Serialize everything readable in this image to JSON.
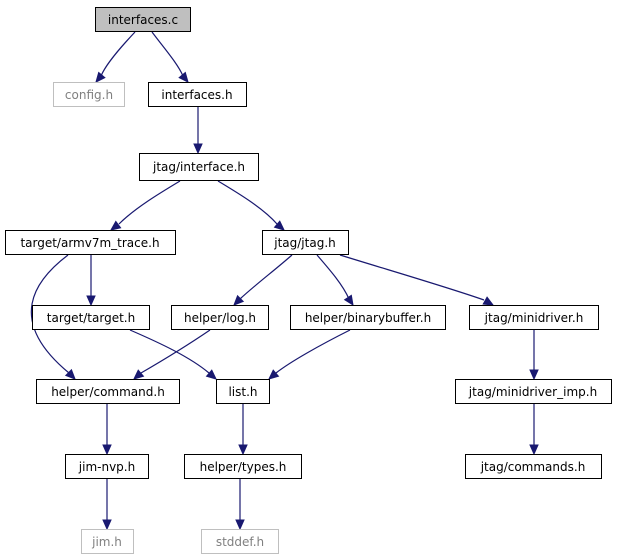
{
  "diagram": {
    "type": "include-dependency-graph",
    "edge_color": "#191970",
    "root_fill": "#bfbfbf",
    "missing_border": "#bfbfbf",
    "nodes": {
      "interfaces_c": "interfaces.c",
      "config_h": "config.h",
      "interfaces_h": "interfaces.h",
      "jtag_interface_h": "jtag/interface.h",
      "target_armv7m_trace_h": "target/armv7m_trace.h",
      "jtag_jtag_h": "jtag/jtag.h",
      "target_target_h": "target/target.h",
      "helper_log_h": "helper/log.h",
      "helper_binarybuffer_h": "helper/binarybuffer.h",
      "jtag_minidriver_h": "jtag/minidriver.h",
      "helper_command_h": "helper/command.h",
      "list_h": "list.h",
      "jtag_minidriver_imp_h": "jtag/minidriver_imp.h",
      "jim_nvp_h": "jim-nvp.h",
      "helper_types_h": "helper/types.h",
      "jtag_commands_h": "jtag/commands.h",
      "jim_h": "jim.h",
      "stddef_h": "stddef.h"
    },
    "edges": [
      [
        "interfaces_c",
        "config_h"
      ],
      [
        "interfaces_c",
        "interfaces_h"
      ],
      [
        "interfaces_h",
        "jtag_interface_h"
      ],
      [
        "jtag_interface_h",
        "target_armv7m_trace_h"
      ],
      [
        "jtag_interface_h",
        "jtag_jtag_h"
      ],
      [
        "target_armv7m_trace_h",
        "target_target_h"
      ],
      [
        "target_armv7m_trace_h",
        "helper_command_h"
      ],
      [
        "jtag_jtag_h",
        "helper_log_h"
      ],
      [
        "jtag_jtag_h",
        "helper_binarybuffer_h"
      ],
      [
        "jtag_jtag_h",
        "jtag_minidriver_h"
      ],
      [
        "target_target_h",
        "list_h"
      ],
      [
        "helper_log_h",
        "helper_command_h"
      ],
      [
        "helper_binarybuffer_h",
        "list_h"
      ],
      [
        "jtag_minidriver_h",
        "jtag_minidriver_imp_h"
      ],
      [
        "helper_command_h",
        "jim_nvp_h"
      ],
      [
        "list_h",
        "helper_types_h"
      ],
      [
        "jtag_minidriver_imp_h",
        "jtag_commands_h"
      ],
      [
        "jim_nvp_h",
        "jim_h"
      ],
      [
        "helper_types_h",
        "stddef_h"
      ]
    ]
  }
}
